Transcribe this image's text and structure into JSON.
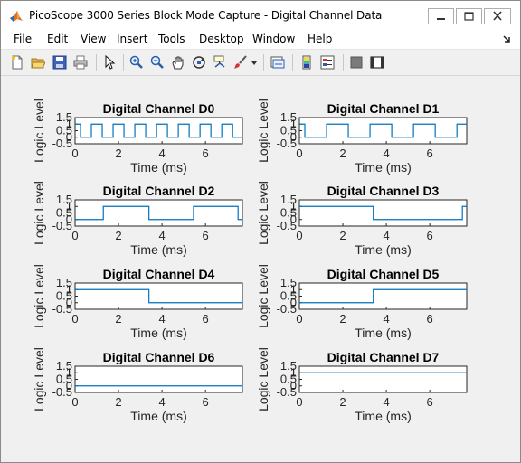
{
  "window": {
    "title": "PicoScope 3000 Series Block Mode Capture - Digital Channel Data"
  },
  "menu": [
    "File",
    "Edit",
    "View",
    "Insert",
    "Tools",
    "Desktop",
    "Window",
    "Help"
  ],
  "toolbar": {
    "icons": [
      "new-figure-icon",
      "open-file-icon",
      "save-icon",
      "print-icon",
      "pointer-icon",
      "zoom-in-icon",
      "zoom-out-icon",
      "pan-icon",
      "rotate-3d-icon",
      "data-cursor-icon",
      "brush-icon",
      "brush-dropdown-icon",
      "link-plot-icon",
      "colorbar-icon",
      "legend-icon",
      "hide-plot-tools-icon",
      "show-plot-tools-icon"
    ]
  },
  "colors": {
    "line": "#0072BD",
    "axes": "#262626",
    "figure_bg": "#f0f0f0"
  },
  "chart_data": [
    {
      "type": "line",
      "title": "Digital Channel D0",
      "xlabel": "Time (ms)",
      "ylabel": "Logic Level",
      "xlim": [
        0,
        7.7
      ],
      "ylim": [
        -0.5,
        1.5
      ],
      "xticks": [
        0,
        2,
        4,
        6
      ],
      "yticks": [
        -0.5,
        0,
        0.5,
        1,
        1.5
      ],
      "xtick_labels": [
        "0",
        "2",
        "4",
        "6"
      ],
      "ytick_labels": [
        "-0.5",
        "0",
        "0.5",
        "1",
        "1.5"
      ],
      "x": [
        0,
        0.25,
        0.25,
        0.75,
        0.75,
        1.25,
        1.25,
        1.75,
        1.75,
        2.25,
        2.25,
        2.75,
        2.75,
        3.25,
        3.25,
        3.75,
        3.75,
        4.25,
        4.25,
        4.75,
        4.75,
        5.25,
        5.25,
        5.75,
        5.75,
        6.25,
        6.25,
        6.75,
        6.75,
        7.25,
        7.25,
        7.7
      ],
      "y": [
        1,
        1,
        0,
        0,
        1,
        1,
        0,
        0,
        1,
        1,
        0,
        0,
        1,
        1,
        0,
        0,
        1,
        1,
        0,
        0,
        1,
        1,
        0,
        0,
        1,
        1,
        0,
        0,
        1,
        1,
        0,
        0
      ]
    },
    {
      "type": "line",
      "title": "Digital Channel D1",
      "xlabel": "Time (ms)",
      "ylabel": "Logic Level",
      "xlim": [
        0,
        7.7
      ],
      "ylim": [
        -0.5,
        1.5
      ],
      "xticks": [
        0,
        2,
        4,
        6
      ],
      "yticks": [
        -0.5,
        0,
        0.5,
        1,
        1.5
      ],
      "xtick_labels": [
        "0",
        "2",
        "4",
        "6"
      ],
      "ytick_labels": [
        "-0.5",
        "0",
        "0.5",
        "1",
        "1.5"
      ],
      "x": [
        0,
        0.25,
        0.25,
        1.25,
        1.25,
        2.25,
        2.25,
        3.25,
        3.25,
        4.25,
        4.25,
        5.25,
        5.25,
        6.25,
        6.25,
        7.25,
        7.25,
        7.7
      ],
      "y": [
        1,
        1,
        0,
        0,
        1,
        1,
        0,
        0,
        1,
        1,
        0,
        0,
        1,
        1,
        0,
        0,
        1,
        1
      ]
    },
    {
      "type": "line",
      "title": "Digital Channel D2",
      "xlabel": "Time (ms)",
      "ylabel": "Logic Level",
      "xlim": [
        0,
        7.7
      ],
      "ylim": [
        -0.5,
        1.5
      ],
      "xticks": [
        0,
        2,
        4,
        6
      ],
      "yticks": [
        -0.5,
        0,
        0.5,
        1,
        1.5
      ],
      "xtick_labels": [
        "0",
        "2",
        "4",
        "6"
      ],
      "ytick_labels": [
        "-0.5",
        "0",
        "0.5",
        "1",
        "1.5"
      ],
      "x": [
        0,
        1.3,
        1.3,
        3.4,
        3.4,
        5.45,
        5.45,
        7.5,
        7.5,
        7.7
      ],
      "y": [
        0,
        0,
        1,
        1,
        0,
        0,
        1,
        1,
        0,
        0
      ]
    },
    {
      "type": "line",
      "title": "Digital Channel D3",
      "xlabel": "Time (ms)",
      "ylabel": "Logic Level",
      "xlim": [
        0,
        7.7
      ],
      "ylim": [
        -0.5,
        1.5
      ],
      "xticks": [
        0,
        2,
        4,
        6
      ],
      "yticks": [
        -0.5,
        0,
        0.5,
        1,
        1.5
      ],
      "xtick_labels": [
        "0",
        "2",
        "4",
        "6"
      ],
      "ytick_labels": [
        "-0.5",
        "0",
        "0.5",
        "1",
        "1.5"
      ],
      "x": [
        0,
        3.4,
        3.4,
        7.5,
        7.5,
        7.7
      ],
      "y": [
        1,
        1,
        0,
        0,
        1,
        1
      ]
    },
    {
      "type": "line",
      "title": "Digital Channel D4",
      "xlabel": "Time (ms)",
      "ylabel": "Logic Level",
      "xlim": [
        0,
        7.7
      ],
      "ylim": [
        -0.5,
        1.5
      ],
      "xticks": [
        0,
        2,
        4,
        6
      ],
      "yticks": [
        -0.5,
        0,
        0.5,
        1,
        1.5
      ],
      "xtick_labels": [
        "0",
        "2",
        "4",
        "6"
      ],
      "ytick_labels": [
        "-0.5",
        "0",
        "0.5",
        "1",
        "1.5"
      ],
      "x": [
        0,
        3.4,
        3.4,
        7.7
      ],
      "y": [
        1,
        1,
        0,
        0
      ]
    },
    {
      "type": "line",
      "title": "Digital Channel D5",
      "xlabel": "Time (ms)",
      "ylabel": "Logic Level",
      "xlim": [
        0,
        7.7
      ],
      "ylim": [
        -0.5,
        1.5
      ],
      "xticks": [
        0,
        2,
        4,
        6
      ],
      "yticks": [
        -0.5,
        0,
        0.5,
        1,
        1.5
      ],
      "xtick_labels": [
        "0",
        "2",
        "4",
        "6"
      ],
      "ytick_labels": [
        "-0.5",
        "0",
        "0.5",
        "1",
        "1.5"
      ],
      "x": [
        0,
        3.4,
        3.4,
        7.7
      ],
      "y": [
        0,
        0,
        1,
        1
      ]
    },
    {
      "type": "line",
      "title": "Digital Channel D6",
      "xlabel": "Time (ms)",
      "ylabel": "Logic Level",
      "xlim": [
        0,
        7.7
      ],
      "ylim": [
        -0.5,
        1.5
      ],
      "xticks": [
        0,
        2,
        4,
        6
      ],
      "yticks": [
        -0.5,
        0,
        0.5,
        1,
        1.5
      ],
      "xtick_labels": [
        "0",
        "2",
        "4",
        "6"
      ],
      "ytick_labels": [
        "-0.5",
        "0",
        "0.5",
        "1",
        "1.5"
      ],
      "x": [
        0,
        7.7
      ],
      "y": [
        0,
        0
      ]
    },
    {
      "type": "line",
      "title": "Digital Channel D7",
      "xlabel": "Time (ms)",
      "ylabel": "Logic Level",
      "xlim": [
        0,
        7.7
      ],
      "ylim": [
        -0.5,
        1.5
      ],
      "xticks": [
        0,
        2,
        4,
        6
      ],
      "yticks": [
        -0.5,
        0,
        0.5,
        1,
        1.5
      ],
      "xtick_labels": [
        "0",
        "2",
        "4",
        "6"
      ],
      "ytick_labels": [
        "-0.5",
        "0",
        "0.5",
        "1",
        "1.5"
      ],
      "x": [
        0,
        7.7
      ],
      "y": [
        1,
        1
      ]
    }
  ]
}
